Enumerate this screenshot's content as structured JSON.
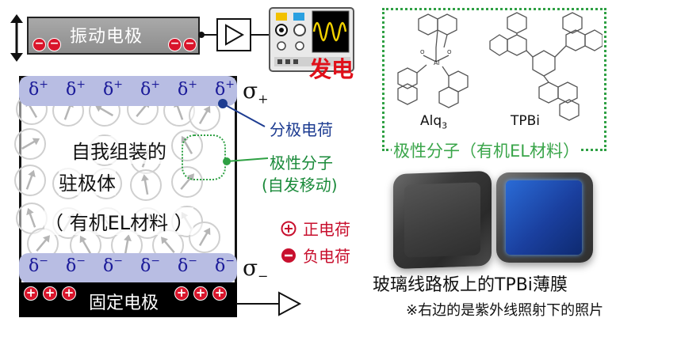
{
  "vibrating_electrode": {
    "label": "振动电极"
  },
  "generation_label": "发电",
  "sigma_top": "σ+",
  "sigma_bottom": "σ-",
  "top_deltas": [
    "δ+",
    "δ+",
    "δ+",
    "δ+",
    "δ+",
    "δ+"
  ],
  "bottom_deltas": [
    "δ-",
    "δ-",
    "δ-",
    "δ-",
    "δ-",
    "δ-"
  ],
  "electret_label": {
    "line1": "自我组装的",
    "line2": "驻极体",
    "line3": "（ 有机EL材料 ）"
  },
  "fixed_electrode": {
    "label": "固定电极"
  },
  "callouts": {
    "polarization_charge": "分极电荷",
    "polar_molecule": "极性分子",
    "self_moving": "(自发移动)"
  },
  "legend": {
    "positive": "正电荷",
    "negative": "负电荷"
  },
  "molecules": {
    "alq3": "Alq3",
    "tpbi": "TPBi",
    "caption": "极性分子（有机EL材料）"
  },
  "photo_caption": "玻璃线路板上的TPBi薄膜",
  "photo_note": "※右边的是紫外线照射下的照片",
  "colors": {
    "blue": "#1d3c91",
    "green": "#2ea043",
    "red": "#c8102e",
    "delta_band": "#b8bde3"
  }
}
